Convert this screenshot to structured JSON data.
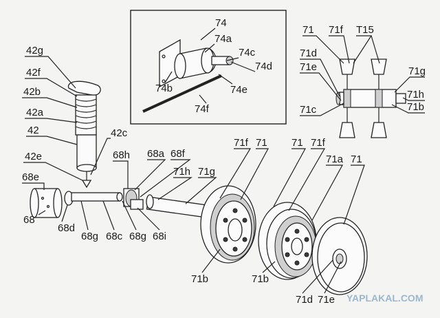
{
  "labels": {
    "l42g": "42g",
    "l42f": "42f",
    "l42b": "42b",
    "l42a": "42a",
    "l42": "42",
    "l42c": "42c",
    "l42e": "42e",
    "l68e": "68e",
    "l68": "68",
    "l68d": "68d",
    "l68g_a": "68g",
    "l68c": "68c",
    "l68g_b": "68g",
    "l68i": "68i",
    "l68h": "68h",
    "l68a": "68a",
    "l68f": "68f",
    "l71h_a": "71h",
    "l71g_a": "71g",
    "l71f_a": "71f",
    "l71_a": "71",
    "l71_b": "71",
    "l71f_b": "71f",
    "l71a": "71a",
    "l71_c": "71",
    "l71b_a": "71b",
    "l71b_b": "71b",
    "l71d_a": "71d",
    "l71e_a": "71e",
    "l74": "74",
    "l74a": "74a",
    "l74c": "74c",
    "l74d": "74d",
    "l74b": "74b",
    "l74e": "74e",
    "l74f": "74f",
    "l71_d": "71",
    "l71f_c": "71f",
    "lT15": "T15",
    "l71d_b": "71d",
    "l71e_b": "71e",
    "l71g_b": "71g",
    "l71h_b": "71h",
    "l71b_c": "71b",
    "l71c": "71c"
  },
  "watermark": "YAPLAKAL.COM"
}
